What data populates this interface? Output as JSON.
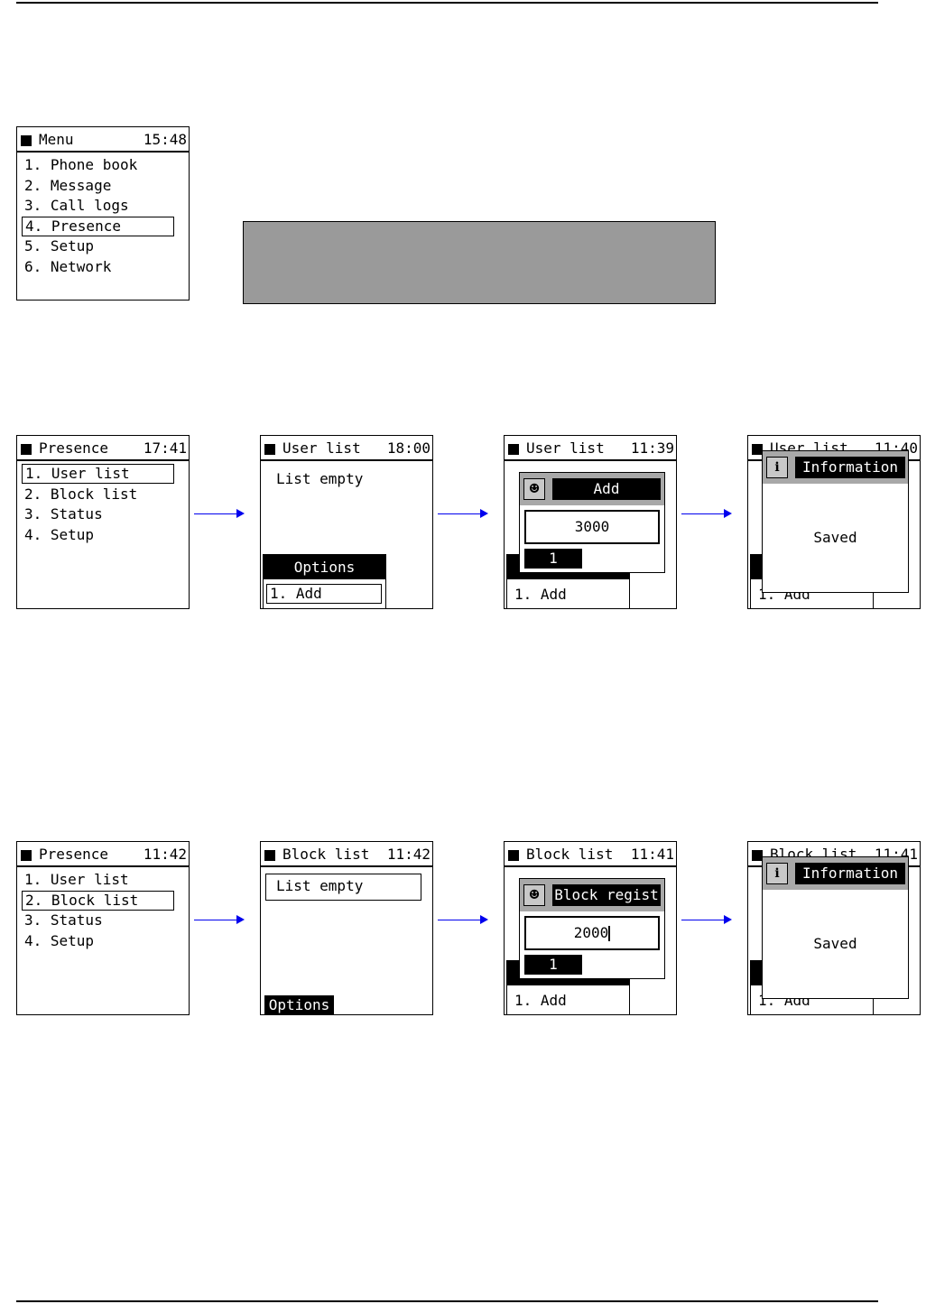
{
  "menu": {
    "title": "Menu",
    "time": "15:48",
    "items": [
      "1. Phone book",
      "2. Message",
      "3. Call logs",
      "4. Presence",
      "5. Setup",
      "6. Network"
    ]
  },
  "presence_a": {
    "title": "Presence",
    "time": "17:41",
    "items": [
      "1. User list",
      "2. Block list",
      "3. Status",
      "4. Setup"
    ]
  },
  "userlist_a": {
    "title": "User list",
    "time": "18:00",
    "empty": "List empty",
    "options": "Options",
    "add": "1. Add"
  },
  "userlist_b": {
    "title": "User list",
    "time": "11:39",
    "popup_title": "Add",
    "value": "3000",
    "index": "1",
    "add": "1. Add"
  },
  "userlist_c": {
    "title": "User list",
    "time": "11:40",
    "popup_icon": "i",
    "popup_title": "Information",
    "message": "Saved",
    "add": "1. Add"
  },
  "presence_b": {
    "title": "Presence",
    "time": "11:42",
    "items": [
      "1. User list",
      "2. Block list",
      "3. Status",
      "4. Setup"
    ]
  },
  "blocklist_a": {
    "title": "Block list",
    "time": "11:42",
    "empty": "List empty",
    "options": "Options"
  },
  "blocklist_b": {
    "title": "Block list",
    "time": "11:41",
    "popup_title": "Block regist",
    "value": "2000",
    "index": "1",
    "add": "1. Add"
  },
  "blocklist_c": {
    "title": "Block list",
    "time": "11:41",
    "popup_icon": "i",
    "popup_title": "Information",
    "message": "Saved",
    "add": "1. Add"
  },
  "colors": {
    "arrow": "#0000ee",
    "placeholder_gray": "#9a9a9a"
  }
}
